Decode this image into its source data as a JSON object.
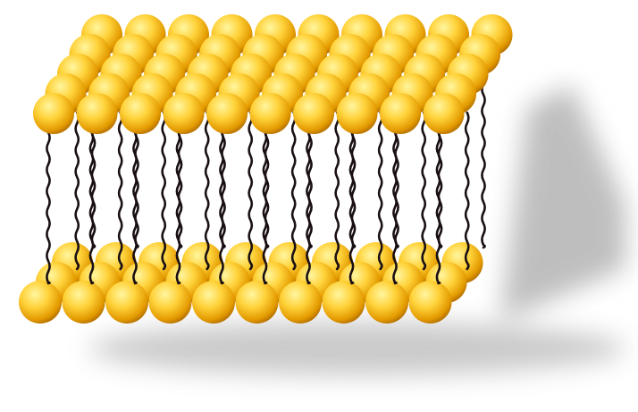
{
  "diagram": {
    "subject": "phospholipid-bilayer",
    "layers": [
      {
        "id": "upper-leaflet",
        "head_rows": 5,
        "heads_per_row": 10
      },
      {
        "id": "lower-leaflet",
        "head_rows": 3,
        "heads_per_row": 10
      }
    ],
    "tails_per_head": 1
  },
  "colors": {
    "background": "#ffffff",
    "head_highlight": "#fff6a0",
    "head_mid": "#ffd23a",
    "head_edge": "#e39a00",
    "head_dark": "#b87400",
    "tail": "#1a1014",
    "shadow": "#8a8a8a"
  }
}
